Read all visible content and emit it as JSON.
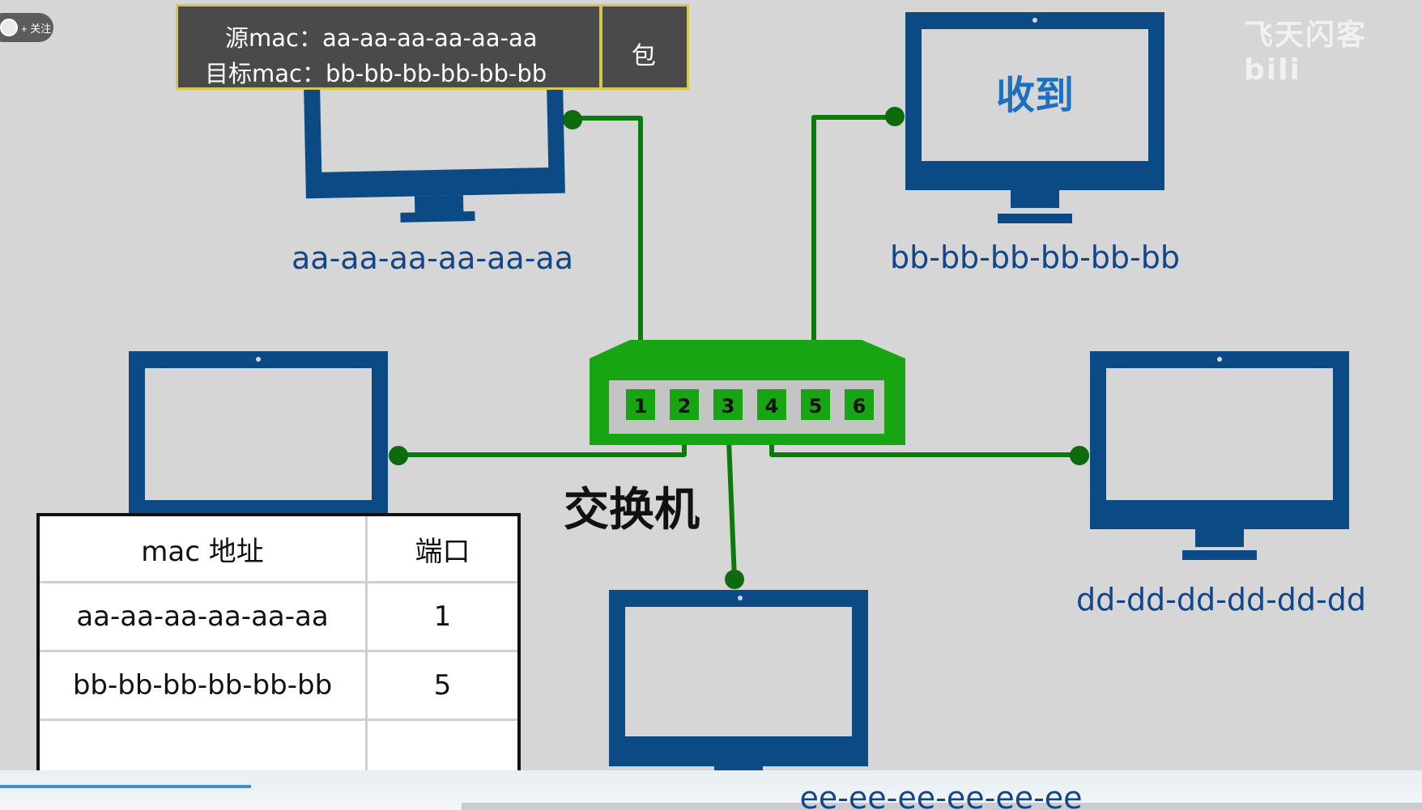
{
  "overlay": {
    "follow_label": "+ 关注",
    "watermark": "飞天闪客 bili"
  },
  "packet": {
    "src_line": "源mac：aa-aa-aa-aa-aa-aa",
    "dst_line": "目标mac：bb-bb-bb-bb-bb-bb",
    "label": "包"
  },
  "hosts": {
    "top_left": "aa-aa-aa-aa-aa-aa",
    "top_right": "bb-bb-bb-bb-bb-bb",
    "right": "dd-dd-dd-dd-dd-dd",
    "bottom": "ee-ee-ee-ee-ee-ee"
  },
  "received_label": "收到",
  "switch": {
    "title": "交换机",
    "ports": [
      "1",
      "2",
      "3",
      "4",
      "5",
      "6"
    ]
  },
  "mac_table": {
    "headers": [
      "mac 地址",
      "端口"
    ],
    "rows": [
      [
        "aa-aa-aa-aa-aa-aa",
        "1"
      ],
      [
        "bb-bb-bb-bb-bb-bb",
        "5"
      ],
      [
        "",
        ""
      ]
    ]
  },
  "colors": {
    "monitor": "#0b4a85",
    "cable": "#0d7a0d",
    "switch": "#18a514",
    "background": "#d6d6d6",
    "packet_border": "#d6c84a"
  }
}
